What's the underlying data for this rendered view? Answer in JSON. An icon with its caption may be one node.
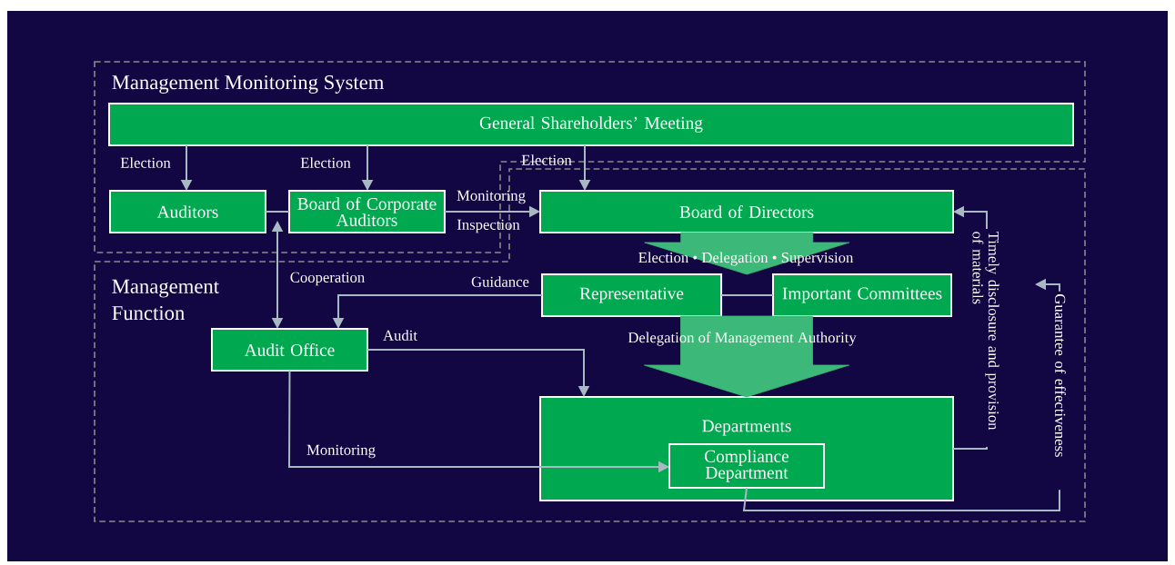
{
  "diagram": {
    "nodes": [
      {
        "text": [
          "Management Monitoring System"
        ]
      },
      {
        "text": [
          "General Shareholders’ Meeting"
        ],
        "in": 0
      },
      {
        "text": [
          "Auditors"
        ],
        "in": 0
      },
      {
        "text": [
          "Board of Corporate Auditors"
        ],
        "in": 0
      },
      {
        "text": [
          "Management Function"
        ]
      },
      {
        "text": [
          "Board of Directors"
        ],
        "in": 4
      },
      {
        "text": [
          "Representative"
        ],
        "in": 4
      },
      {
        "text": [
          "Important Committees"
        ],
        "in": 4
      },
      {
        "text": [
          "Audit Office"
        ],
        "in": 4
      },
      {
        "text": [
          "Departments"
        ],
        "in": 4
      },
      {
        "text": [
          "Compliance Department"
        ],
        "in": 9
      }
    ],
    "edges": [
      {
        "from": 1,
        "to": 2,
        "arrow": "to",
        "label": "Election"
      },
      {
        "from": 1,
        "to": 3,
        "arrow": "to",
        "label": "Election"
      },
      {
        "from": 1,
        "to": 5,
        "arrow": "to",
        "label": "Election"
      },
      {
        "from": 3,
        "to": 5,
        "arrow": "to",
        "label": "Monitoring"
      },
      {
        "from": 2,
        "to": 3,
        "arrow": "none"
      },
      {
        "from": 3,
        "to": 8,
        "arrow": "both",
        "label": "Cooperation"
      },
      {
        "from": 6,
        "to": 8,
        "arrow": "to",
        "label": "Guidance"
      },
      {
        "from": 6,
        "to": 7,
        "arrow": "none"
      },
      {
        "from": 5,
        "to": 6,
        "arrow": "to",
        "label": "Election • Delegation • Supervision",
        "style": "thick",
        "color": "#3cb878"
      },
      {
        "from": 5,
        "to": 7,
        "arrow": "to",
        "style": "thick",
        "color": "#3cb878"
      },
      {
        "from": 6,
        "to": 9,
        "arrow": "to",
        "label": "Delegation of Management Authority",
        "style": "thick",
        "color": "#3cb878"
      },
      {
        "from": 7,
        "to": 9,
        "arrow": "to",
        "style": "thick",
        "color": "#3cb878"
      },
      {
        "from": 8,
        "to": 9,
        "arrow": "to",
        "label": "Audit"
      },
      {
        "from": 8,
        "to": 10,
        "arrow": "to",
        "label": "Monitoring"
      },
      {
        "from": 9,
        "to": 5,
        "arrow": "to",
        "label": "Timely disclosure and provision of materials"
      },
      {
        "from": 10,
        "to": null,
        "arrow": "to",
        "label": "Guarantee of effectiveness"
      }
    ],
    "labels": [
      "Inspection"
    ]
  }
}
